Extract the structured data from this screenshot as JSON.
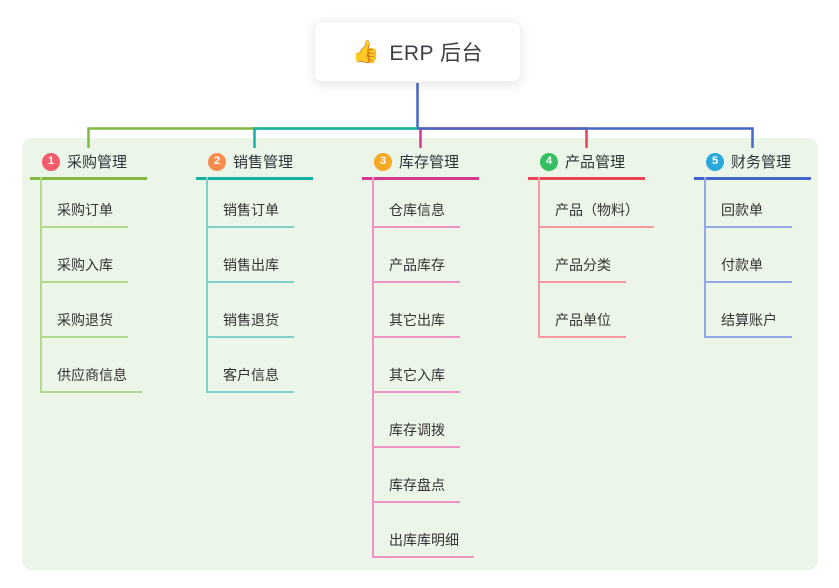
{
  "root": {
    "emoji": "👍",
    "icon": "thumbs-up-icon",
    "label": "ERP 后台"
  },
  "colors": {
    "page_background": "#ffffff",
    "panel_background": "#ecf6e8",
    "root_connector": "#4466cc",
    "root_text": "#3b4045",
    "node_text": "#333333"
  },
  "branches": [
    {
      "number": "1",
      "label": "采购管理",
      "badge_color": "#f25d6b",
      "line_color": "#82ba42",
      "child_line_color": "#b3d98f",
      "children": [
        "采购订单",
        "采购入库",
        "采购退货",
        "供应商信息"
      ]
    },
    {
      "number": "2",
      "label": "销售管理",
      "badge_color": "#f78d4d",
      "line_color": "#16b0a6",
      "child_line_color": "#7ed0c9",
      "children": [
        "销售订单",
        "销售出库",
        "销售退货",
        "客户信息"
      ]
    },
    {
      "number": "3",
      "label": "库存管理",
      "badge_color": "#f7a824",
      "line_color": "#d4388f",
      "child_line_color": "#ef93c5",
      "children": [
        "仓库信息",
        "产品库存",
        "其它出库",
        "其它入库",
        "库存调拨",
        "库存盘点",
        "出库库明细"
      ]
    },
    {
      "number": "4",
      "label": "产品管理",
      "badge_color": "#33bf62",
      "line_color": "#ea4454",
      "child_line_color": "#f49aa0",
      "children": [
        "产品（物料）",
        "产品分类",
        "产品单位"
      ]
    },
    {
      "number": "5",
      "label": "财务管理",
      "badge_color": "#29a8db",
      "line_color": "#4466cc",
      "child_line_color": "#92a8e8",
      "children": [
        "回款单",
        "付款单",
        "结算账户"
      ]
    }
  ]
}
